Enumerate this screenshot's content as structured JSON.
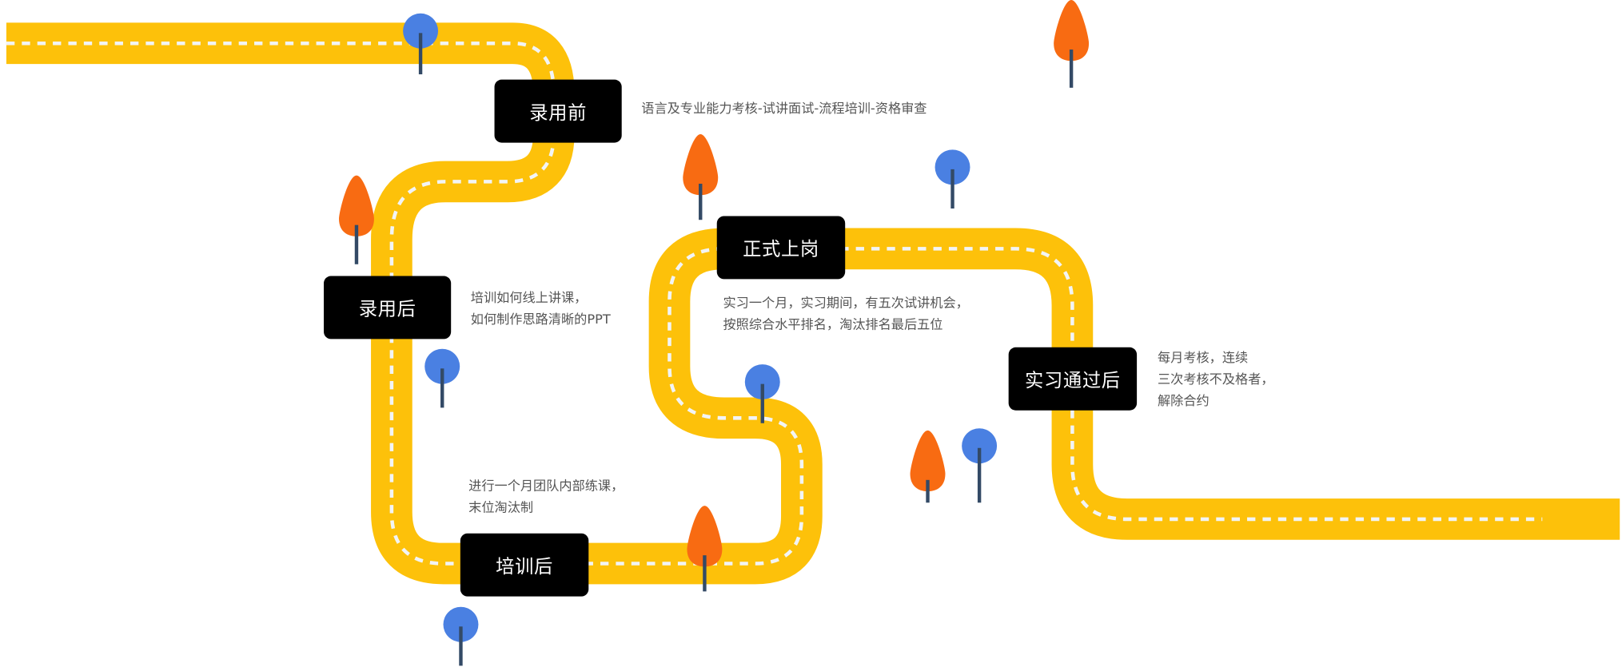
{
  "diagram": {
    "type": "roadmap",
    "colors": {
      "road": "#FDC10A",
      "lane_marking": "#F2F4F5",
      "stage_box": "#000000",
      "stage_text": "#FFFFFF",
      "description_text": "#555555",
      "tree_blue": "#4A80E2",
      "tree_orange": "#F86B12",
      "tree_trunk": "#334A66"
    },
    "stages": [
      {
        "title": "录用前",
        "description": [
          "语言及专业能力考核-试讲面试-流程培训-资格审查"
        ]
      },
      {
        "title": "录用后",
        "description": [
          "培训如何线上讲课，",
          "如何制作思路清晰的PPT"
        ]
      },
      {
        "title": "培训后",
        "description": [
          "进行一个月团队内部练课，",
          "末位淘汰制"
        ]
      },
      {
        "title": "正式上岗",
        "description": [
          "实习一个月，实习期间，有五次试讲机会，",
          "按照综合水平排名，淘汰排名最后五位"
        ]
      },
      {
        "title": "实习通过后",
        "description": [
          "每月考核，连续",
          "三次考核不及格者，",
          "解除合约"
        ]
      }
    ],
    "trees": [
      {
        "kind": "blue-round"
      },
      {
        "kind": "orange-teardrop"
      },
      {
        "kind": "blue-round"
      },
      {
        "kind": "orange-teardrop"
      },
      {
        "kind": "blue-round"
      },
      {
        "kind": "orange-teardrop"
      },
      {
        "kind": "blue-round"
      },
      {
        "kind": "blue-round"
      },
      {
        "kind": "orange-teardrop"
      },
      {
        "kind": "blue-round"
      },
      {
        "kind": "orange-teardrop"
      }
    ]
  }
}
